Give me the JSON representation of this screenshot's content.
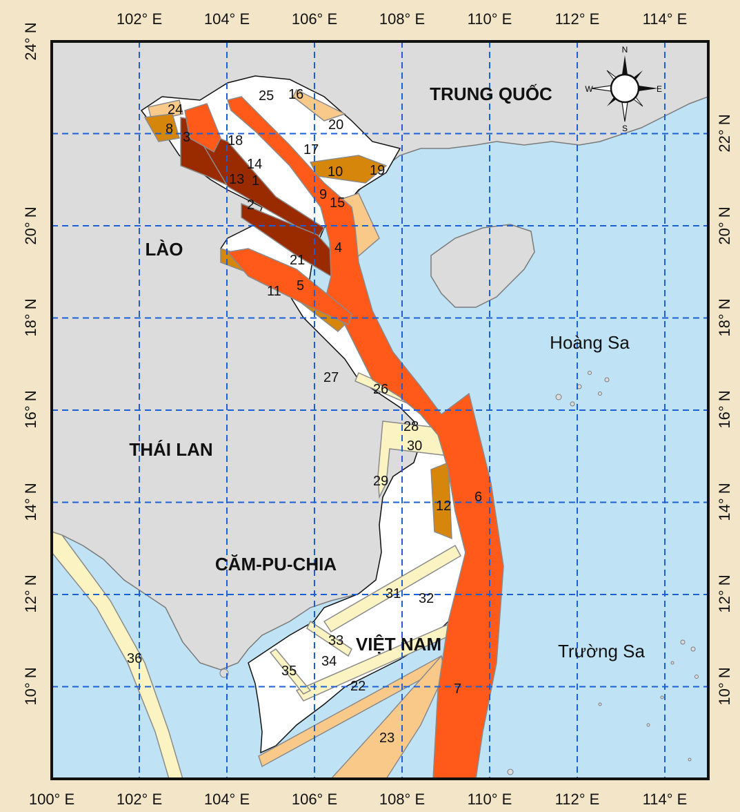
{
  "colors": {
    "sea": "#bfe3f5",
    "land_foreign": "#dcdcdc",
    "vietnam": "#ffffff",
    "zone_red": "#ff5a1a",
    "zone_dark": "#9a2b00",
    "zone_brown": "#d5860b",
    "zone_peach": "#f9c98a",
    "zone_cream": "#fbf4c2",
    "grid": "#1a5fd6",
    "frame_bg": "#f3e6c8"
  },
  "axes": {
    "lon_ticks": [
      "100° E",
      "102° E",
      "104° E",
      "106° E",
      "108° E",
      "110° E",
      "112° E",
      "114° E"
    ],
    "lat_ticks": [
      "24° N",
      "22° N",
      "20° N",
      "18° N",
      "16° N",
      "14° N",
      "12° N",
      "10° N"
    ]
  },
  "countries": {
    "china": "TRUNG QUỐC",
    "laos": "LÀO",
    "thailand": "THÁI LAN",
    "cambodia": "CĂM-PU-CHIA",
    "vietnam": "VIỆT NAM"
  },
  "seas": {
    "hoang_sa": "Hoàng Sa",
    "truong_sa": "Trường Sa"
  },
  "compass": {
    "n": "N",
    "s": "S",
    "e": "E",
    "w": "W"
  },
  "zones": [
    {
      "id": "1",
      "label": "1"
    },
    {
      "id": "2",
      "label": "2"
    },
    {
      "id": "3",
      "label": "3"
    },
    {
      "id": "4",
      "label": "4"
    },
    {
      "id": "5",
      "label": "5"
    },
    {
      "id": "6",
      "label": "6"
    },
    {
      "id": "7",
      "label": "7"
    },
    {
      "id": "8",
      "label": "8"
    },
    {
      "id": "9",
      "label": "9"
    },
    {
      "id": "10",
      "label": "10"
    },
    {
      "id": "11",
      "label": "11"
    },
    {
      "id": "12",
      "label": "12"
    },
    {
      "id": "13",
      "label": "13"
    },
    {
      "id": "14",
      "label": "14"
    },
    {
      "id": "15",
      "label": "15"
    },
    {
      "id": "16",
      "label": "16"
    },
    {
      "id": "17",
      "label": "17"
    },
    {
      "id": "18",
      "label": "18"
    },
    {
      "id": "19",
      "label": "19"
    },
    {
      "id": "20",
      "label": "20"
    },
    {
      "id": "21",
      "label": "21"
    },
    {
      "id": "22",
      "label": "22"
    },
    {
      "id": "23",
      "label": "23"
    },
    {
      "id": "24",
      "label": "24"
    },
    {
      "id": "25",
      "label": "25"
    },
    {
      "id": "26",
      "label": "26"
    },
    {
      "id": "27",
      "label": "27"
    },
    {
      "id": "28",
      "label": "28"
    },
    {
      "id": "29",
      "label": "29"
    },
    {
      "id": "30",
      "label": "30"
    },
    {
      "id": "31",
      "label": "31"
    },
    {
      "id": "32",
      "label": "32"
    },
    {
      "id": "33",
      "label": "33"
    },
    {
      "id": "34",
      "label": "34"
    },
    {
      "id": "35",
      "label": "35"
    },
    {
      "id": "36",
      "label": "36"
    }
  ]
}
